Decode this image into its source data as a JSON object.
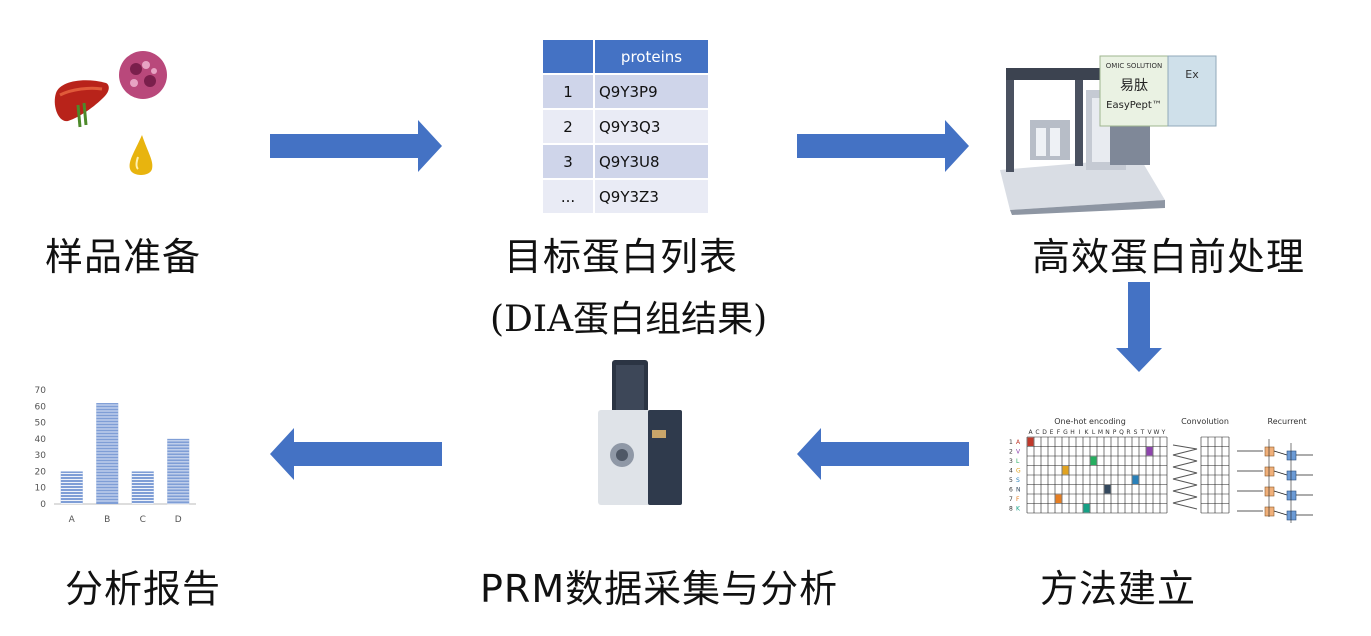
{
  "steps": {
    "sample": "样品准备",
    "targets": "目标蛋白列表",
    "targets_sub": "(DIA蛋白组结果)",
    "pretreat": "高效蛋白前处理",
    "method": "方法建立",
    "prm": "PRM数据采集与分析",
    "report": "分析报告"
  },
  "protein_table": {
    "header": "proteins",
    "rows": [
      {
        "idx": "1",
        "acc": "Q9Y3P9"
      },
      {
        "idx": "2",
        "acc": "Q9Y3Q3"
      },
      {
        "idx": "3",
        "acc": "Q9Y3U8"
      },
      {
        "idx": "...",
        "acc": "Q9Y3Z3"
      }
    ]
  },
  "instrument_panel": {
    "brand": "OMIC SOLUTION",
    "product_cn": "易肽",
    "product_en": "EasyPept™",
    "side": "Ex"
  },
  "nn_figure": {
    "title_onehot": "One-hot encoding",
    "title_conv": "Convolution",
    "title_rnn": "Recurrent",
    "alphabet": "ACDEFGHIKLMNPQRSTVWY",
    "rows": [
      {
        "num": "1",
        "aa": "A"
      },
      {
        "num": "2",
        "aa": "V"
      },
      {
        "num": "3",
        "aa": "L"
      },
      {
        "num": "4",
        "aa": "G"
      },
      {
        "num": "5",
        "aa": "S"
      },
      {
        "num": "6",
        "aa": "N"
      },
      {
        "num": "7",
        "aa": "F"
      },
      {
        "num": "8",
        "aa": "K"
      }
    ]
  },
  "chart_data": {
    "type": "bar",
    "categories": [
      "A",
      "B",
      "C",
      "D"
    ],
    "values": [
      20,
      62,
      20,
      40
    ],
    "ylim": [
      0,
      70
    ],
    "yticks": [
      "0",
      "10",
      "20",
      "30",
      "40",
      "50",
      "60",
      "70"
    ],
    "color": "#7f9ed6"
  }
}
